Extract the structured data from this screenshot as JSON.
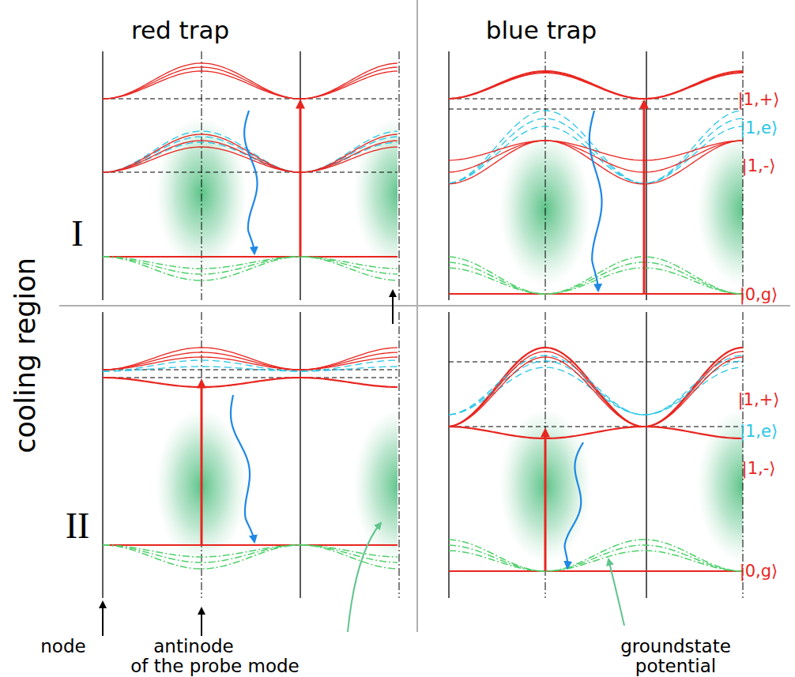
{
  "diagram": {
    "labels": [
      "red trap",
      "blue trap",
      "cooling region",
      "I",
      "II",
      "|1,+⟩",
      "|1,e⟩",
      "|1,-⟩",
      "|0,g⟩",
      "|1,+⟩",
      "|1,e⟩",
      "|1,-⟩",
      "|0,g⟩",
      "node",
      "antinode",
      "of the probe mode",
      "groundstate",
      "potential"
    ]
  }
}
